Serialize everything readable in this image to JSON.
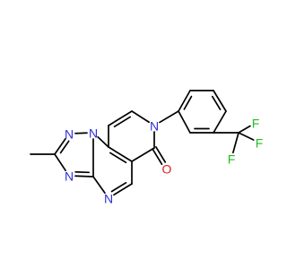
{
  "molecule": {
    "atoms": [
      {
        "id": "N1",
        "label": "N",
        "color": "#2e2ed8"
      },
      {
        "id": "N2",
        "label": "N",
        "color": "#2e2ed8"
      },
      {
        "id": "N3",
        "label": "N",
        "color": "#2e2ed8"
      },
      {
        "id": "N4",
        "label": "N",
        "color": "#2e2ed8"
      },
      {
        "id": "N5",
        "label": "N",
        "color": "#2e2ed8"
      },
      {
        "id": "O1",
        "label": "O",
        "color": "#e0201a"
      },
      {
        "id": "F1",
        "label": "F",
        "color": "#1fbf1f"
      },
      {
        "id": "F2",
        "label": "F",
        "color": "#1fbf1f"
      },
      {
        "id": "F3",
        "label": "F",
        "color": "#1fbf1f"
      }
    ],
    "colors": {
      "bond": "#000000",
      "nitrogen": "#2e2ed8",
      "oxygen": "#e0201a",
      "fluorine": "#1fbf1f"
    }
  }
}
